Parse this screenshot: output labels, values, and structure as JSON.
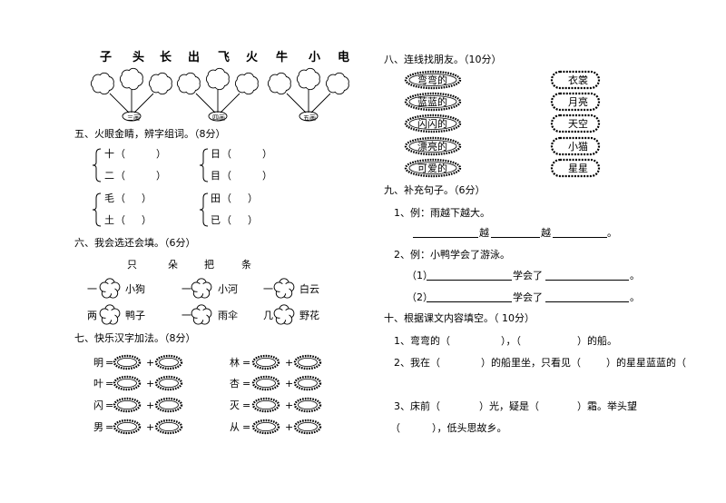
{
  "left": {
    "top_chars": [
      "子",
      "头",
      "长",
      "出",
      "飞",
      "火",
      "牛",
      "小",
      "电"
    ],
    "tree_labels": [
      "三画",
      "四画",
      "五画"
    ],
    "sec5": {
      "title": "五、火眼金睛，辨字组词。（8分）",
      "groups": [
        {
          "a": "十",
          "b": "二"
        },
        {
          "a": "日",
          "b": "目"
        },
        {
          "a": "毛",
          "b": "土"
        },
        {
          "a": "田",
          "b": "已"
        }
      ],
      "paren_open": "（",
      "paren_close": "）"
    },
    "sec6": {
      "title": "六、我会选还会填。（6分）",
      "choices": [
        "只",
        "朵",
        "把",
        "条"
      ],
      "row1": [
        {
          "pre": "一",
          "word": "小狗"
        },
        {
          "pre": "一",
          "word": "小河"
        },
        {
          "pre": "一",
          "word": "白云"
        }
      ],
      "row2": [
        {
          "pre": "两",
          "word": "鸭子"
        },
        {
          "pre": "一",
          "word": "雨伞"
        },
        {
          "pre": "几",
          "word": "野花"
        }
      ]
    },
    "sec7": {
      "title": "七、快乐汉字加法。（8分）",
      "col1": [
        "明",
        "叶",
        "闪",
        "男"
      ],
      "col2": [
        "林",
        "杏",
        "灭",
        "从"
      ],
      "eq": "=",
      "plus": "+"
    }
  },
  "right": {
    "sec8": {
      "title": "八、连线找朋友。（10分）",
      "left_items": [
        "弯弯的",
        "蓝蓝的",
        "闪闪的",
        "漂亮的",
        "可爱的"
      ],
      "right_items": [
        "衣裳",
        "月亮",
        "天空",
        "小猫",
        "星星"
      ]
    },
    "sec9": {
      "title": "九、补充句子。（6分）",
      "ex1": "1、例：雨越下越大。",
      "yue1": "越",
      "yue2": "越",
      "end1": "。",
      "ex2": "2、例：小鸭学会了游泳。",
      "n1": "（1）",
      "n2": "（2）",
      "xhl": "学会了",
      "end2": "。"
    },
    "sec10": {
      "title": "十、根据课文内容填空。（ 10分）",
      "l1a": "1、弯弯的（",
      "l1b": "），（",
      "l1c": "）的船。",
      "l2a": "2、我在（",
      "l2b": "）的船里坐，只看见（",
      "l2c": "）的星星蓝蓝的（",
      "l3a": "3、床前（",
      "l3b": "）光，疑是（",
      "l3c": "）霜。举头望",
      "l4a": "（",
      "l4b": "），低头思故乡。"
    }
  }
}
